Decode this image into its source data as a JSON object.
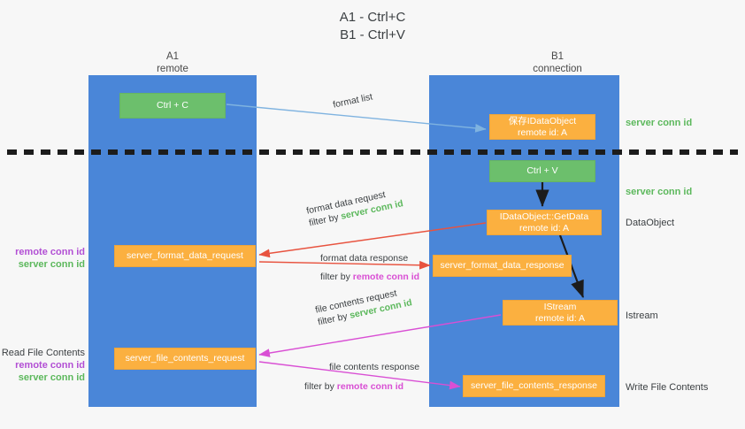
{
  "title": {
    "line1": "A1 - Ctrl+C",
    "line2": "B1 - Ctrl+V"
  },
  "columns": {
    "left": {
      "name": "A1",
      "role": "remote"
    },
    "right": {
      "name": "B1",
      "role": "connection"
    }
  },
  "boxes": {
    "ctrl_c": {
      "label": "Ctrl + C",
      "color": "#6cbf6c"
    },
    "idataobject": {
      "line1": "保存IDataObject",
      "line2": "remote id: A",
      "color": "#fbb040"
    },
    "ctrl_v": {
      "label": "Ctrl + V",
      "color": "#6cbf6c"
    },
    "getdata": {
      "line1": "IDataObject::GetData",
      "line2": "remote id: A",
      "color": "#fbb040"
    },
    "istream": {
      "line1": "IStream",
      "line2": "remote id: A",
      "color": "#fbb040"
    },
    "server_format_data_request": {
      "label": "server_format_data_request",
      "color": "#fbb040"
    },
    "server_format_data_response": {
      "label": "server_format_data_response",
      "color": "#fbb040"
    },
    "server_file_contents_request": {
      "label": "server_file_contents_request",
      "color": "#fbb040"
    },
    "server_file_contents_response": {
      "label": "server_file_contents_response",
      "color": "#fbb040"
    }
  },
  "arrow_labels": {
    "format_list": {
      "text": "format list"
    },
    "format_data_request": {
      "line1": "format data request",
      "filter_prefix": "filter by ",
      "filter_value": "server conn id"
    },
    "format_data_response": {
      "line1": "format data response",
      "filter_prefix": "filter by ",
      "filter_value": "remote conn id"
    },
    "file_contents_request": {
      "line1": "file contents request",
      "filter_prefix": "filter by ",
      "filter_value": "server conn id"
    },
    "file_contents_response": {
      "line1": "file contents response",
      "filter_prefix": "filter by ",
      "filter_value": "remote conn id"
    }
  },
  "side_notes": {
    "server_conn_id_top": "server conn id",
    "server_conn_id_mid": "server conn id",
    "dataobject": "DataObject",
    "istream": "Istream",
    "write_file_contents": "Write File Contents"
  },
  "left_notes": {
    "format": {
      "remote": "remote conn id",
      "server": "server conn id"
    },
    "file": {
      "heading": "Read File Contents",
      "remote": "remote conn id",
      "server": "server conn id"
    }
  },
  "colors": {
    "lane_blue": "#4a86d8",
    "green": "#6cbf6c",
    "orange": "#fbb040",
    "remote_conn_id": "#b24fd4",
    "server_conn_id": "#5cb85c",
    "background": "#f7f7f7",
    "arrow_format_list": "#7fb3e0",
    "arrow_format_data": "#e8533f",
    "arrow_black": "#1c1c1c",
    "arrow_file_contents": "#d94fd4"
  }
}
